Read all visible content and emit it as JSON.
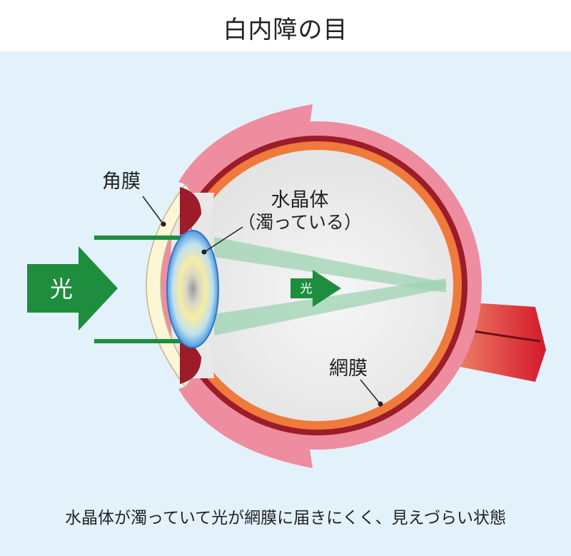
{
  "title": "白内障の目",
  "labels": {
    "cornea": "角膜",
    "lens": "水晶体",
    "lens_state": "（濁っている）",
    "retina": "網膜",
    "light_big": "光",
    "light_small": "光"
  },
  "caption": "水晶体が濁っていて光が網膜に届きにくく、見えづらい状態",
  "colors": {
    "background": "#e3f1fb",
    "arrow_green": "#1e8e3e",
    "sclera_pink": "#ee8d9f",
    "choroid_dark": "#9c1c2a",
    "retina_orange": "#ef7a3c",
    "lens_blue": "#7fb6e8"
  }
}
